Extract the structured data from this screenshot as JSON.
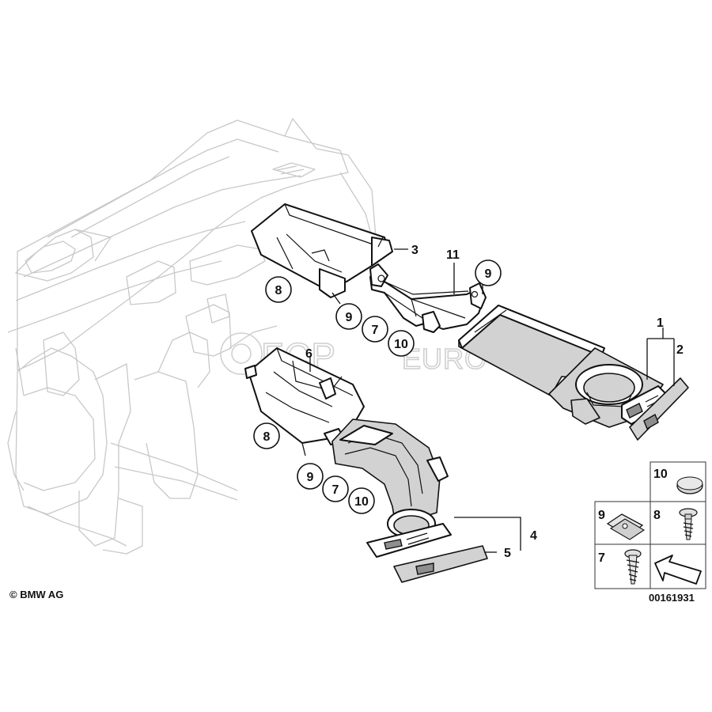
{
  "watermark": {
    "brand_a": "FCP",
    "brand_b": "EURO"
  },
  "copyright": "© BMW AG",
  "diagram_id": "00161931",
  "callouts": {
    "c1": "1",
    "c2": "2",
    "c3": "3",
    "c4": "4",
    "c5": "5",
    "c6": "6",
    "c7a": "7",
    "c7b": "7",
    "c8a": "8",
    "c8b": "8",
    "c9a": "9",
    "c9b": "9",
    "c9c": "9",
    "c10a": "10",
    "c10b": "10",
    "c11": "11"
  },
  "legend": {
    "l10": "10",
    "l9": "9",
    "l8": "8",
    "l7": "7"
  }
}
